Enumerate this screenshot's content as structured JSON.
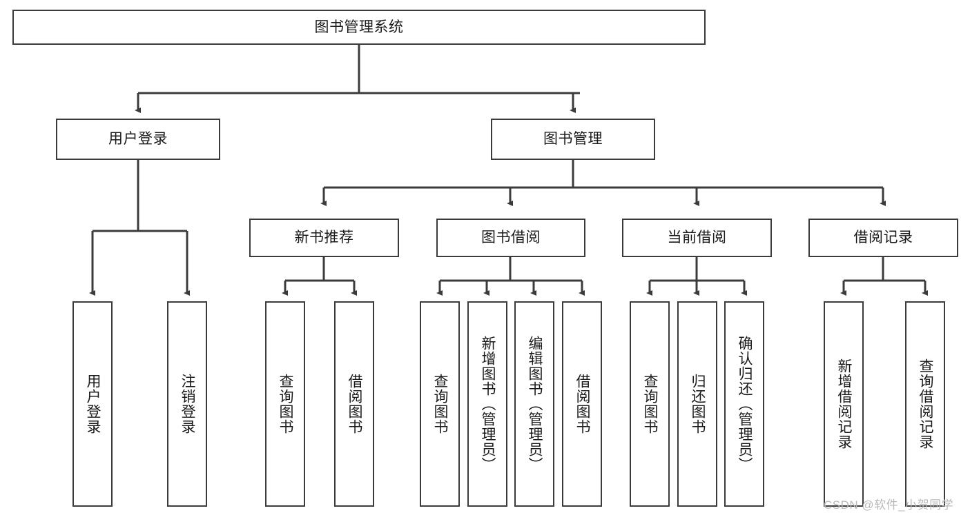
{
  "diagram": {
    "title": "图书管理系统",
    "type": "tree-hierarchy-chart",
    "root": {
      "label": "图书管理系统"
    },
    "level1": [
      {
        "label": "用户登录"
      },
      {
        "label": "图书管理"
      }
    ],
    "level2": [
      {
        "label": "新书推荐"
      },
      {
        "label": "图书借阅"
      },
      {
        "label": "当前借阅"
      },
      {
        "label": "借阅记录"
      }
    ],
    "leaves": [
      {
        "label": "用户登录"
      },
      {
        "label": "注销登录"
      },
      {
        "label": "查询图书"
      },
      {
        "label": "借阅图书"
      },
      {
        "label": "查询图书"
      },
      {
        "label": "新增图书（管理员）"
      },
      {
        "label": "编辑图书（管理员）"
      },
      {
        "label": "借阅图书"
      },
      {
        "label": "查询图书"
      },
      {
        "label": "归还图书"
      },
      {
        "label": "确认归还（管理员）"
      },
      {
        "label": "新增借阅记录"
      },
      {
        "label": "查询借阅记录"
      }
    ]
  },
  "watermark": {
    "text": "CSDN @软件_小贺同学"
  },
  "colors": {
    "stroke": "#3b3b3b",
    "fill": "#ffffff",
    "text": "#1a1a1a",
    "watermark": "#b9b9b9"
  }
}
